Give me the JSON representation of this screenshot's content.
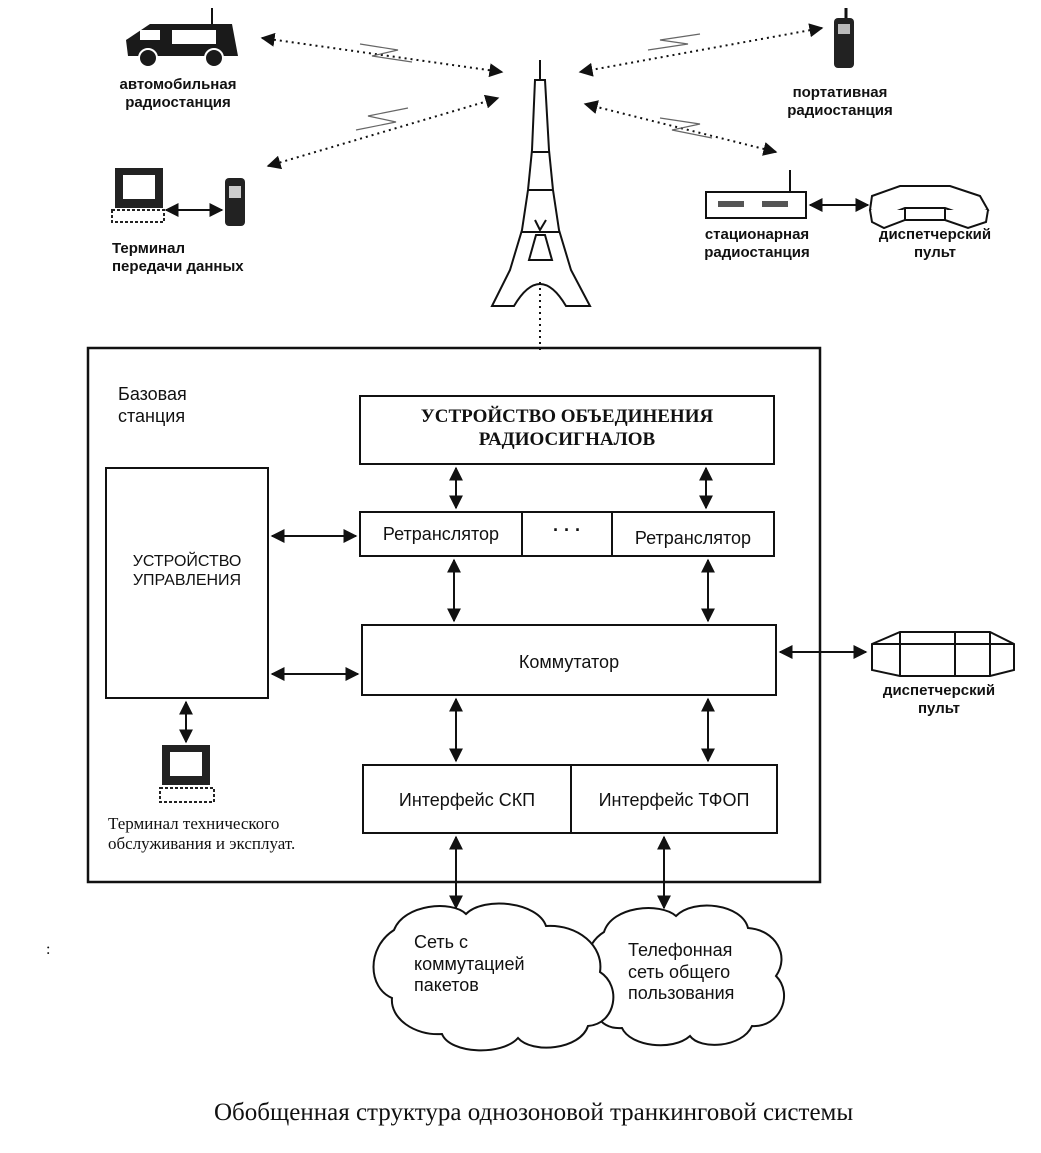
{
  "devices": {
    "car_radio": [
      "автомобильная",
      "радиостанция"
    ],
    "portable_radio": [
      "портативная",
      "радиостанция"
    ],
    "data_terminal": [
      "Терминал",
      "передачи данных"
    ],
    "fixed_radio": [
      "стационарная",
      "радиостанция"
    ],
    "dispatcher_console_top": [
      "диспетчерский",
      "пульт"
    ],
    "dispatcher_console_right": [
      "диспетчерский",
      "пульт"
    ]
  },
  "base_station": {
    "title": [
      "Базовая",
      "станция"
    ],
    "combiner": [
      "УСТРОЙСТВО ОБЪЕДИНЕНИЯ",
      "РАДИОСИГНАЛОВ"
    ],
    "control_unit": [
      "УСТРОЙСТВО",
      "УПРАВЛЕНИЯ"
    ],
    "repeater_left": "Ретранслятор",
    "ellipsis": "· · ·",
    "repeater_right": "Ретранслятор",
    "switch": "Коммутатор",
    "iface_packet": "Интерфейс СКП",
    "iface_pstn": "Интерфейс ТФОП",
    "maintenance_terminal": [
      "Терминал технического",
      "обслуживания и эксплуат."
    ]
  },
  "clouds": {
    "packet_network": [
      "Сеть с",
      "коммутацией",
      "пакетов"
    ],
    "pstn": [
      "Телефонная",
      "сеть общего",
      "пользования"
    ]
  },
  "caption": "Обобщенная структура однозоновой транкинговой системы",
  "stray_mark": ":"
}
